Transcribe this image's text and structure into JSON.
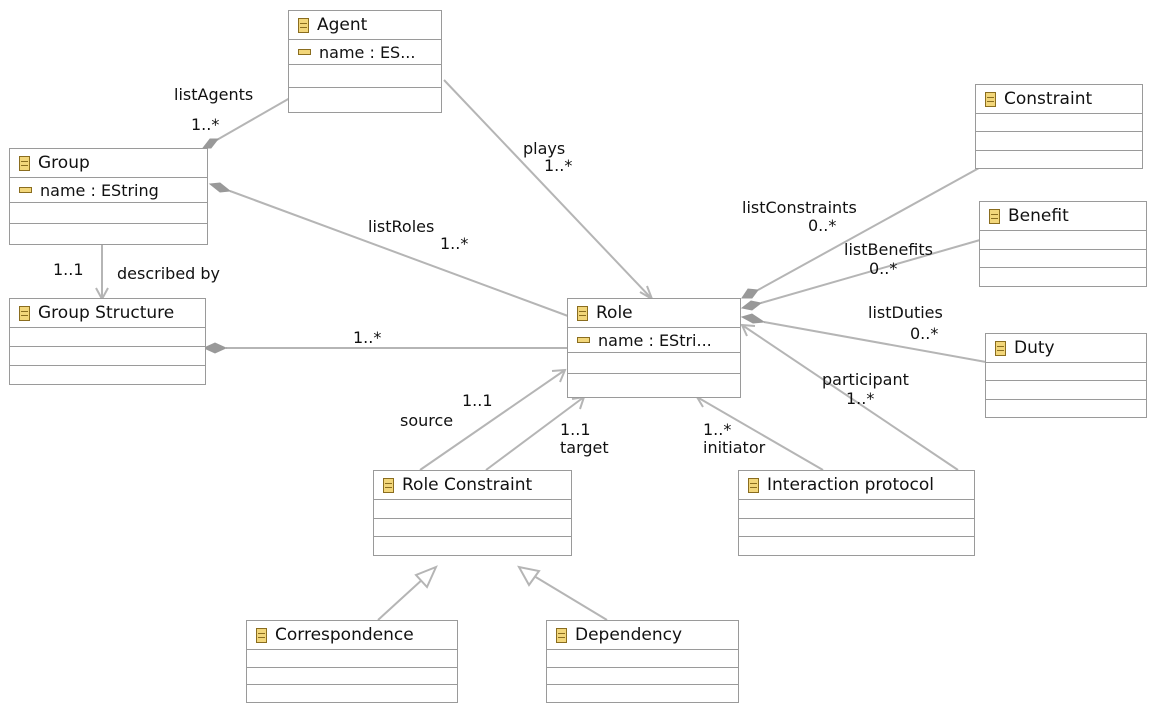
{
  "classes": {
    "agent": {
      "name": "Agent",
      "attr": "name : ES..."
    },
    "group": {
      "name": "Group",
      "attr": "name : EString"
    },
    "group_structure": {
      "name": "Group Structure"
    },
    "role": {
      "name": "Role",
      "attr": "name : EStri..."
    },
    "constraint": {
      "name": "Constraint"
    },
    "benefit": {
      "name": "Benefit"
    },
    "duty": {
      "name": "Duty"
    },
    "role_constraint": {
      "name": "Role Constraint"
    },
    "interaction_protocol": {
      "name": "Interaction protocol"
    },
    "correspondence": {
      "name": "Correspondence"
    },
    "dependency": {
      "name": "Dependency"
    }
  },
  "labels": {
    "list_agents": "listAgents",
    "list_agents_mult": "1..*",
    "plays": "plays",
    "plays_mult": "1..*",
    "list_roles": "listRoles",
    "list_roles_mult": "1..*",
    "described_by": "described by",
    "described_by_mult": "1..1",
    "structure_roles_mult": "1..*",
    "list_constraints": "listConstraints",
    "list_constraints_mult": "0..*",
    "list_benefits": "listBenefits",
    "list_benefits_mult": "0..*",
    "list_duties": "listDuties",
    "list_duties_mult": "0..*",
    "participant": "participant",
    "participant_mult": "1..*",
    "source": "source",
    "source_mult": "1..1",
    "target": "target",
    "target_mult": "1..1",
    "initiator": "initiator",
    "initiator_mult": "1..*"
  }
}
